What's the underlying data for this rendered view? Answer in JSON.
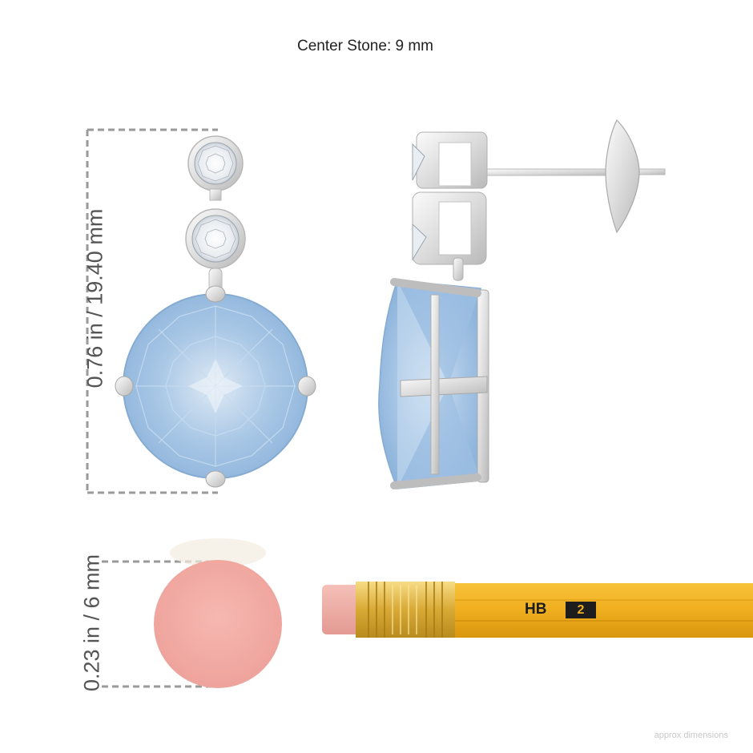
{
  "header": {
    "center_stone": "Center Stone: 9 mm"
  },
  "dimensions": {
    "earring_length": "0.76 in / 19.40 mm",
    "eraser_diameter": "0.23 in / 6 mm"
  },
  "pencil": {
    "grade": "HB",
    "number": "2"
  },
  "footer": {
    "note": "approx dimensions"
  },
  "colors": {
    "gem": "#a9c9e8",
    "metal": "#e6e6e6",
    "eraser": "#f2aeaa",
    "pencil": "#f0b024",
    "ferrule": "#e2b94a",
    "dashed_line": "#9a9a9a"
  }
}
